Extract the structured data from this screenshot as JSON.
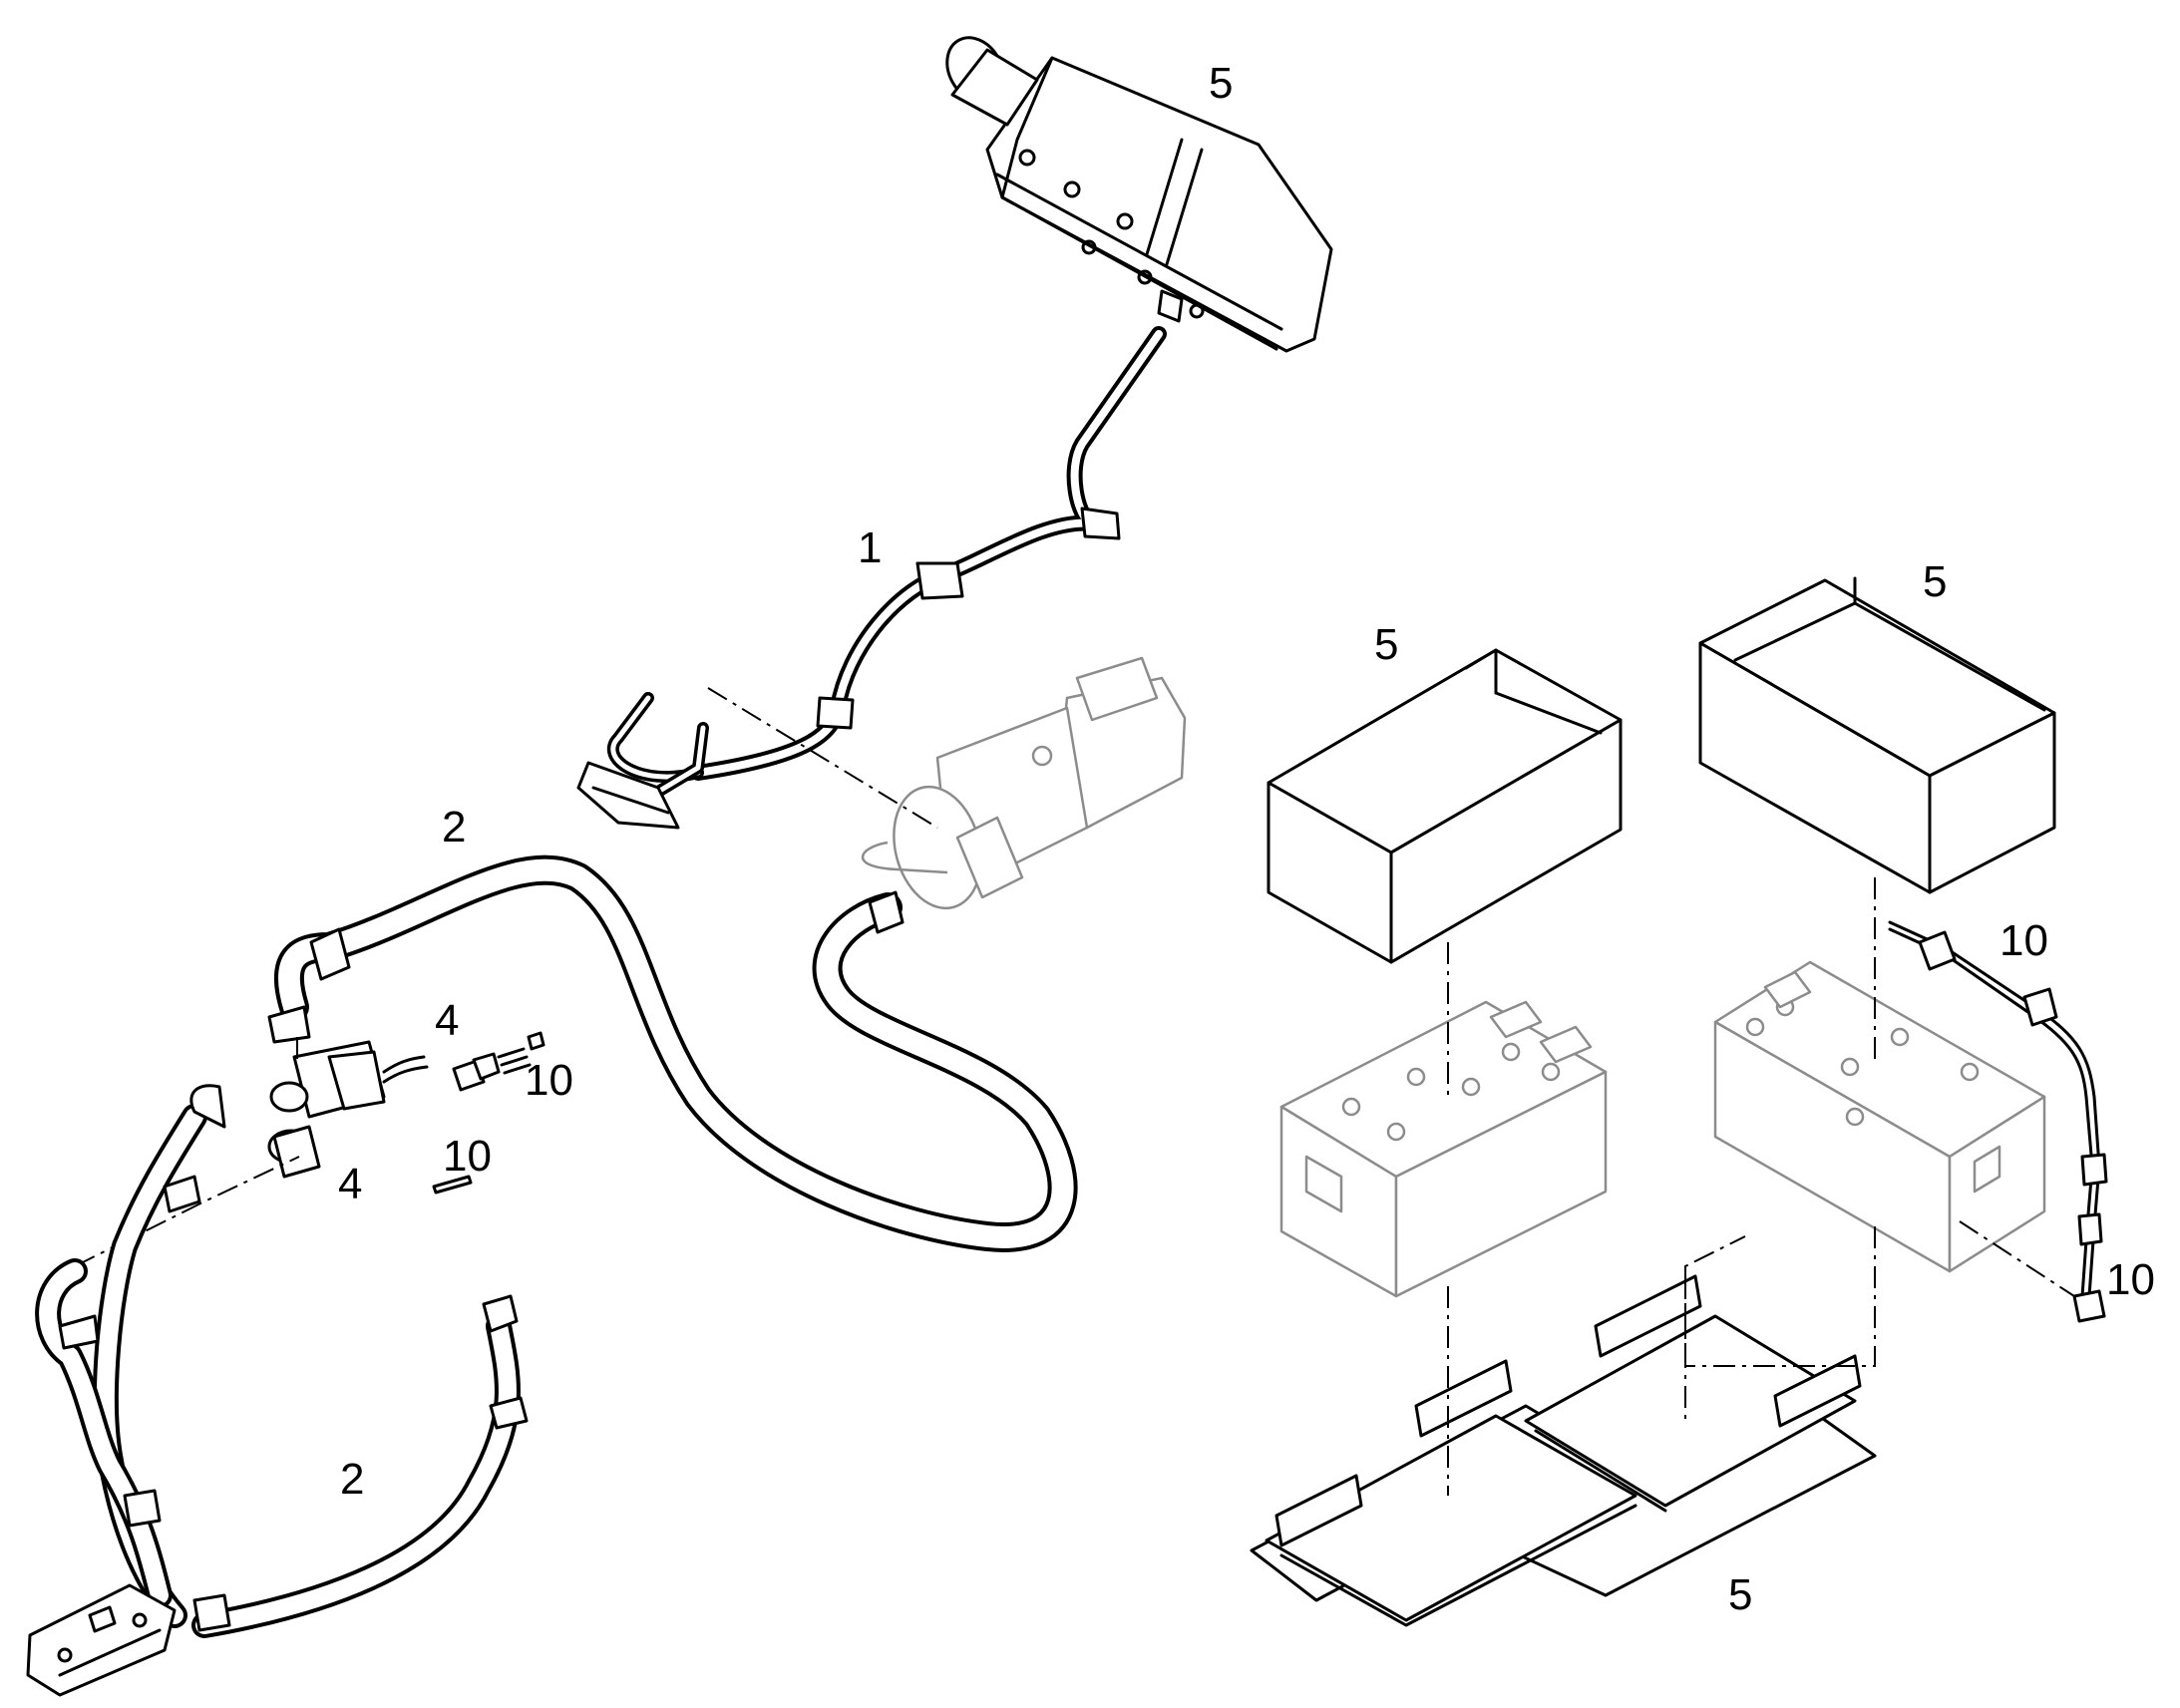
{
  "callouts": {
    "heater_top": "5",
    "fuel_line": "1",
    "coolant_hose_upper": "2",
    "pump_connector": "4",
    "pump_fuse": "10",
    "pump_pin": "10",
    "pump": "4",
    "coolant_hose_lower": "2",
    "battery_cover_left": "5",
    "battery_cover_right": "5",
    "battery_cable_top": "10",
    "battery_cable_bottom": "10",
    "battery_tray": "5"
  },
  "colors": {
    "line": "#000000",
    "faded_line": "#8c8c8c",
    "background": "#ffffff"
  }
}
